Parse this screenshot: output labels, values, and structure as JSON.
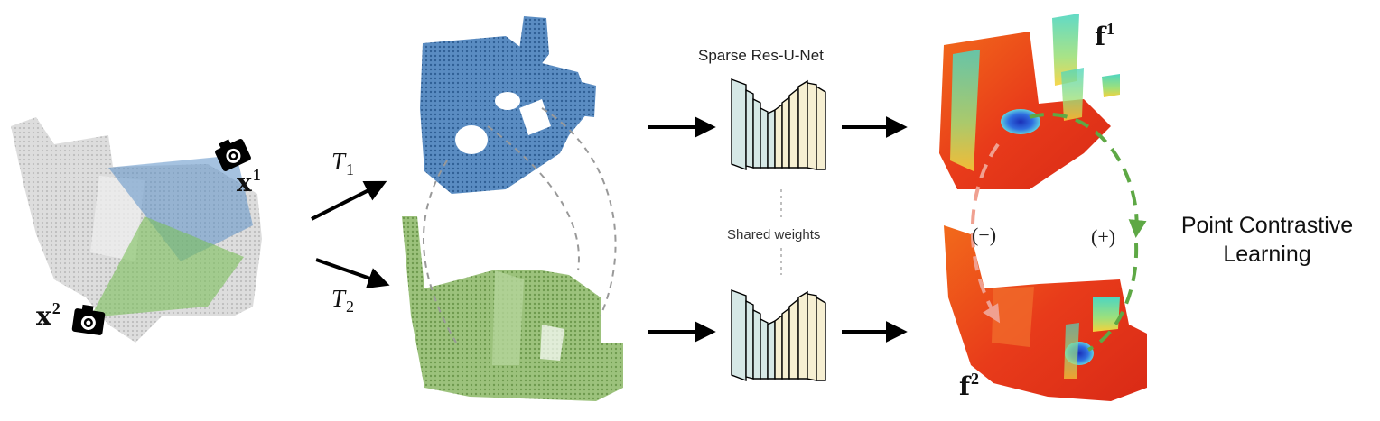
{
  "labels": {
    "view1": {
      "base": "x",
      "sup": "1"
    },
    "view2": {
      "base": "x",
      "sup": "2"
    },
    "transform1": {
      "base": "T",
      "sub": "1"
    },
    "transform2": {
      "base": "T",
      "sub": "2"
    },
    "network": "Sparse Res-U-Net",
    "shared": "Shared weights",
    "feature1": {
      "base": "f",
      "sup": "1"
    },
    "feature2": {
      "base": "f",
      "sup": "2"
    },
    "negative": "(−)",
    "positive": "(+)",
    "objective_line1": "Point Contrastive",
    "objective_line2": "Learning"
  },
  "colors": {
    "scene": "#c8c8c8",
    "view1_frustum": "#5b8fc7",
    "view2_frustum": "#7cc05a",
    "cloud1": "#4a7fb8",
    "cloud2": "#8bb36a",
    "feature_base": "#e8401c",
    "negative_pair": "#f0a090",
    "positive_pair": "#5ea845",
    "net_teal": "#d6e8e6",
    "net_cream": "#f6efd2"
  },
  "icons": [
    "camera-icon",
    "camera-icon"
  ]
}
